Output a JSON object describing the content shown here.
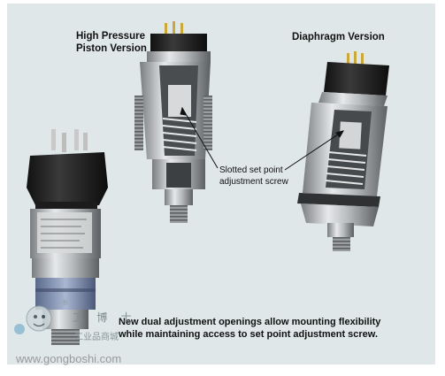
{
  "labels": {
    "high_pressure_line1": "High Pressure",
    "high_pressure_line2": "Piston Version",
    "diaphragm": "Diaphragm Version",
    "slotted_line1": "Slotted set point",
    "slotted_line2": "adjustment screw"
  },
  "caption": {
    "line1": "New dual adjustment openings allow mounting flexibility",
    "line2": "while maintaining access to set point adjustment screw."
  },
  "watermark": {
    "cn_top": "工 博 士",
    "cn_bottom": "工业品商城",
    "url": "www.gongboshi.com"
  }
}
